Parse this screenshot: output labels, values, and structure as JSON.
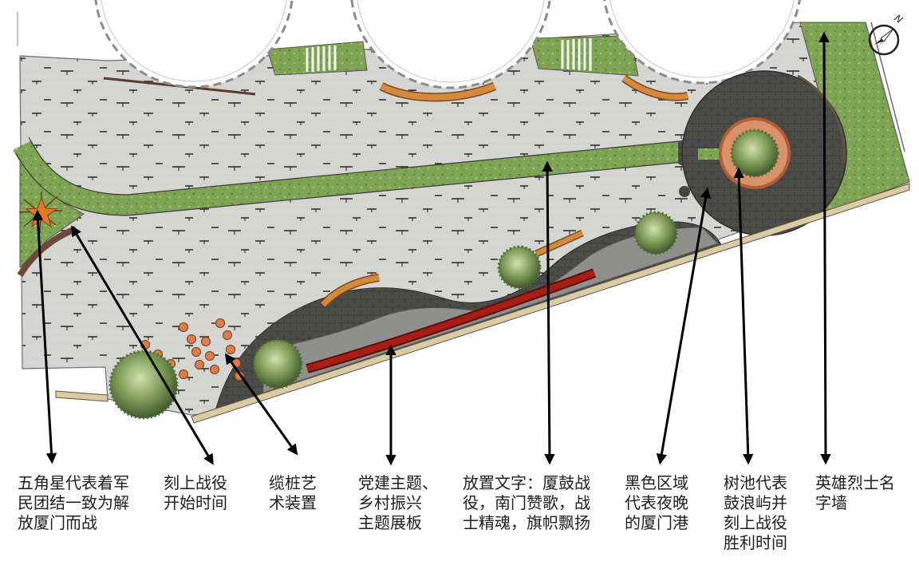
{
  "north_arrow": {
    "label": "N",
    "icon": "north-arrow-icon"
  },
  "annotations": [
    {
      "lines": [
        "五角星代表着军",
        "民团结一致为解",
        "放厦门而战"
      ]
    },
    {
      "lines": [
        "刻上战役",
        "开始时间"
      ]
    },
    {
      "lines": [
        "缆桩艺",
        "术装置"
      ]
    },
    {
      "lines": [
        "党建主题、",
        "乡村振兴",
        "主题展板"
      ]
    },
    {
      "lines": [
        "放置文字：厦鼓战",
        "役，南门赞歌，战",
        "士精魂，旗帜飘扬"
      ]
    },
    {
      "lines": [
        "黑色区域",
        "代表夜晚",
        "的厦门港"
      ]
    },
    {
      "lines": [
        "树池代表",
        "鼓浪屿并",
        "刻上战役",
        "胜利时间"
      ]
    },
    {
      "lines": [
        "英雄烈士名",
        "字墙"
      ]
    }
  ],
  "colors": {
    "paving": "#d5d5d3",
    "grass": "#7fa454",
    "dark_plaza": "#4c4c4a",
    "red_band": "#a61e16",
    "bench": "#d4893c",
    "arrow": "#000000"
  }
}
